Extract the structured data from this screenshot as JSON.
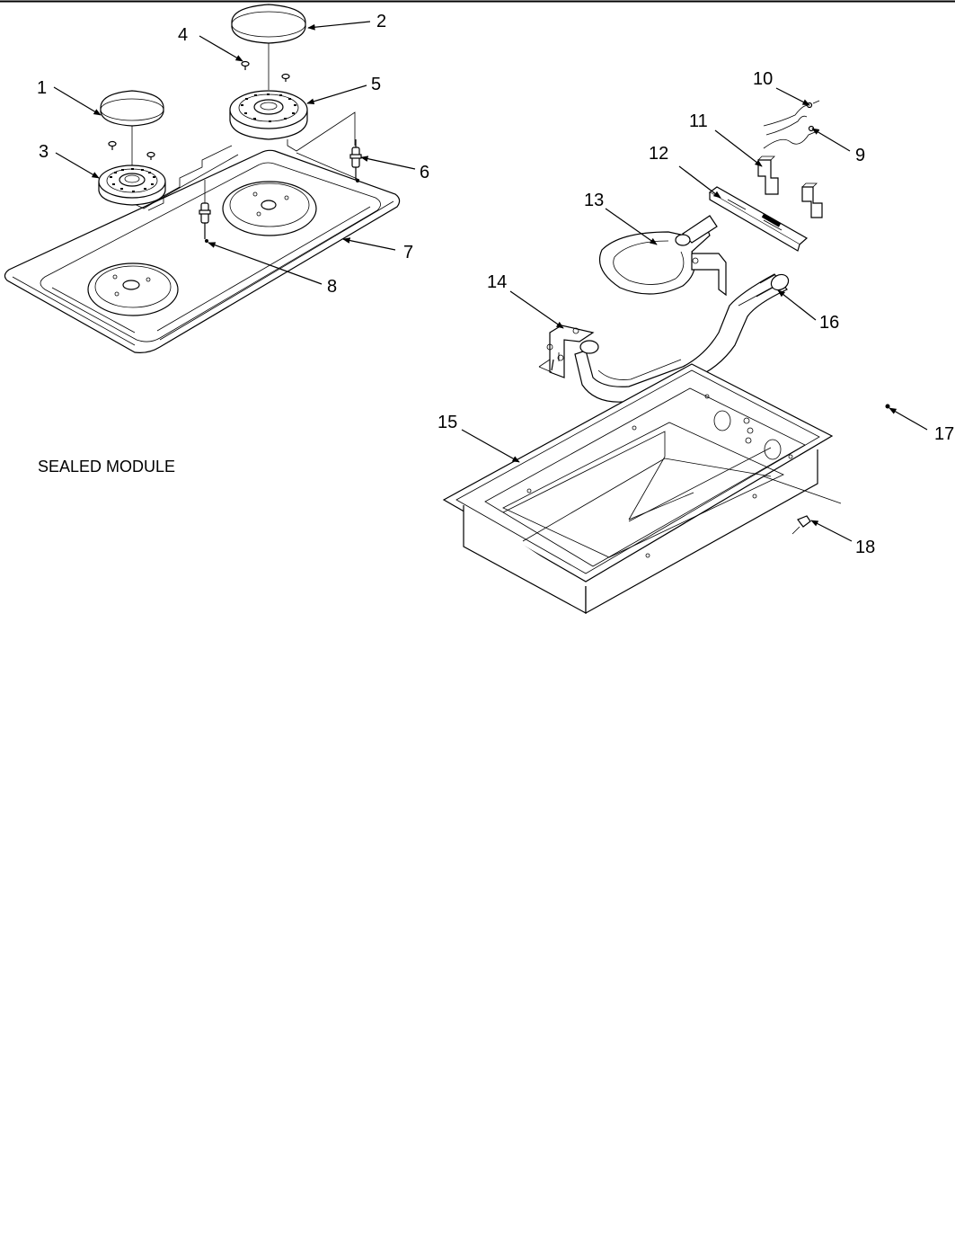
{
  "title": "SEALED MODULE",
  "callouts": {
    "c1": "1",
    "c2": "2",
    "c3": "3",
    "c4": "4",
    "c5": "5",
    "c6": "6",
    "c7": "7",
    "c8": "8",
    "c9": "9",
    "c10": "10",
    "c11": "11",
    "c12": "12",
    "c13": "13",
    "c14": "14",
    "c15": "15",
    "c16": "16",
    "c17": "17",
    "c18": "18"
  }
}
